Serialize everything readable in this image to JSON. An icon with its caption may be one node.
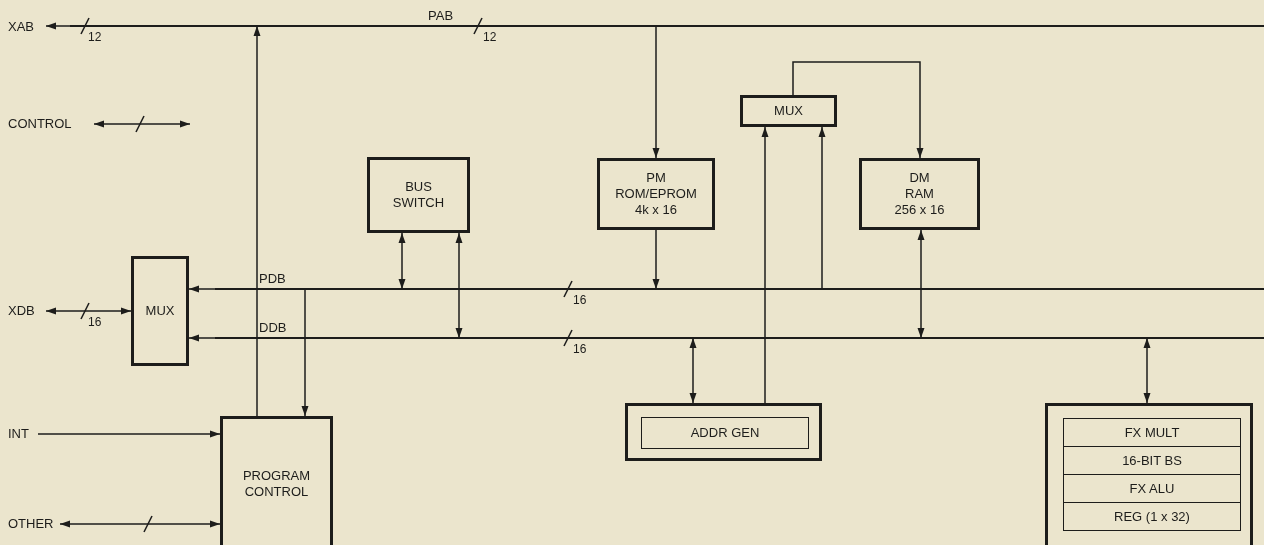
{
  "diagram": {
    "nodes": [
      {
        "text": [
          "XAB"
        ]
      },
      {
        "text": [],
        "shape": "bar",
        "beside": [
          "PAB"
        ]
      },
      {
        "text": [
          "CONTROL"
        ]
      },
      {
        "text": [
          "BUS",
          "SWITCH"
        ]
      },
      {
        "text": [
          "PM",
          "ROM/EPROM",
          "4k x 16"
        ]
      },
      {
        "text": [
          "MUX"
        ]
      },
      {
        "text": [
          "DM",
          "RAM",
          "256 x 16"
        ]
      },
      {
        "text": [
          "XDB"
        ]
      },
      {
        "text": [
          "MUX"
        ]
      },
      {
        "text": [],
        "shape": "bar",
        "beside": [
          "PDB"
        ]
      },
      {
        "text": [],
        "shape": "bar",
        "beside": [
          "DDB"
        ]
      },
      {
        "text": [],
        "shape": "box"
      },
      {
        "text": [
          "ADDR GEN"
        ],
        "in": 11
      },
      {
        "text": [
          "INT"
        ]
      },
      {
        "text": [
          "PROGRAM",
          "CONTROL"
        ]
      },
      {
        "text": [],
        "shape": "box"
      },
      {
        "text": [
          "FX MULT"
        ],
        "in": 15
      },
      {
        "text": [
          "16-BIT BS"
        ],
        "in": 15
      },
      {
        "text": [
          "FX ALU"
        ],
        "in": 15
      },
      {
        "text": [
          "REG (1 x 32)"
        ],
        "in": 15
      },
      {
        "text": [
          "OTHER"
        ]
      }
    ],
    "edges": [
      {
        "from": 1,
        "to": 0,
        "arrow": "to"
      },
      {
        "from": 14,
        "to": 1,
        "arrow": "to"
      },
      {
        "from": 1,
        "to": 4,
        "arrow": "to"
      },
      {
        "from": 4,
        "to": 9,
        "arrow": "to"
      },
      {
        "from": 5,
        "to": 6,
        "arrow": "to"
      },
      {
        "from": 2,
        "to": null,
        "arrow": "both"
      },
      {
        "from": 3,
        "to": 9,
        "arrow": "both"
      },
      {
        "from": 3,
        "to": 10,
        "arrow": "both"
      },
      {
        "from": 11,
        "to": 5,
        "arrow": "to"
      },
      {
        "from": 9,
        "to": 5,
        "arrow": "to"
      },
      {
        "from": 6,
        "to": 10,
        "arrow": "both"
      },
      {
        "from": 9,
        "to": 8,
        "arrow": "to"
      },
      {
        "from": 10,
        "to": 8,
        "arrow": "to"
      },
      {
        "from": 7,
        "to": 8,
        "arrow": "both"
      },
      {
        "from": 9,
        "to": 14,
        "arrow": "to"
      },
      {
        "from": 13,
        "to": 14,
        "arrow": "to"
      },
      {
        "from": 20,
        "to": 14,
        "arrow": "both"
      },
      {
        "from": 10,
        "to": 11,
        "arrow": "both"
      },
      {
        "from": 10,
        "to": 15,
        "arrow": "both"
      }
    ],
    "labels": [
      "12",
      "12",
      "16",
      "16",
      "16"
    ]
  }
}
